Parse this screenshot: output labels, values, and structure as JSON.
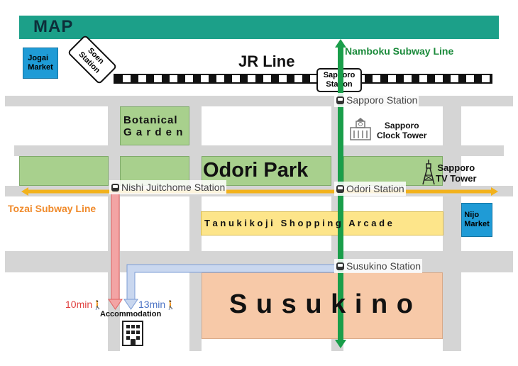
{
  "header": {
    "title": "MAP"
  },
  "rail": {
    "jr_line": "JR Line",
    "soen_station": "Soen\nStation",
    "sapporo_station_box": "Sapporo\nStation"
  },
  "subway": {
    "namboku": "Namboku Subway Line",
    "tozai": "Tozai Subway Line",
    "namboku_color": "#1a9e4a",
    "tozai_color": "#f2b21c"
  },
  "places": {
    "jogai_market": "Jogai\nMarket",
    "nijo_market": "Nijo\nMarket",
    "botanical_garden": "Botanical\nG a r d e n",
    "clock_tower": "Sapporo\nClock Tower",
    "tv_tower": "Sapporo\nTV Tower",
    "odori_park": "Odori Park",
    "tanukikoji": "T a n u k i k o j i   S h o p p i n g   A r c a d e",
    "susukino": "S u s u k i n o",
    "accommodation": "Accommodation"
  },
  "stations": {
    "sapporo": "Sapporo Station",
    "odori": "Odori Station",
    "nishi": "Nishi Juitchome Station",
    "susukino": "Susukino Station"
  },
  "routes": {
    "red_time": "10min",
    "blue_time": "13min",
    "red_color": "#e8706f",
    "blue_color": "#6f96d9"
  }
}
